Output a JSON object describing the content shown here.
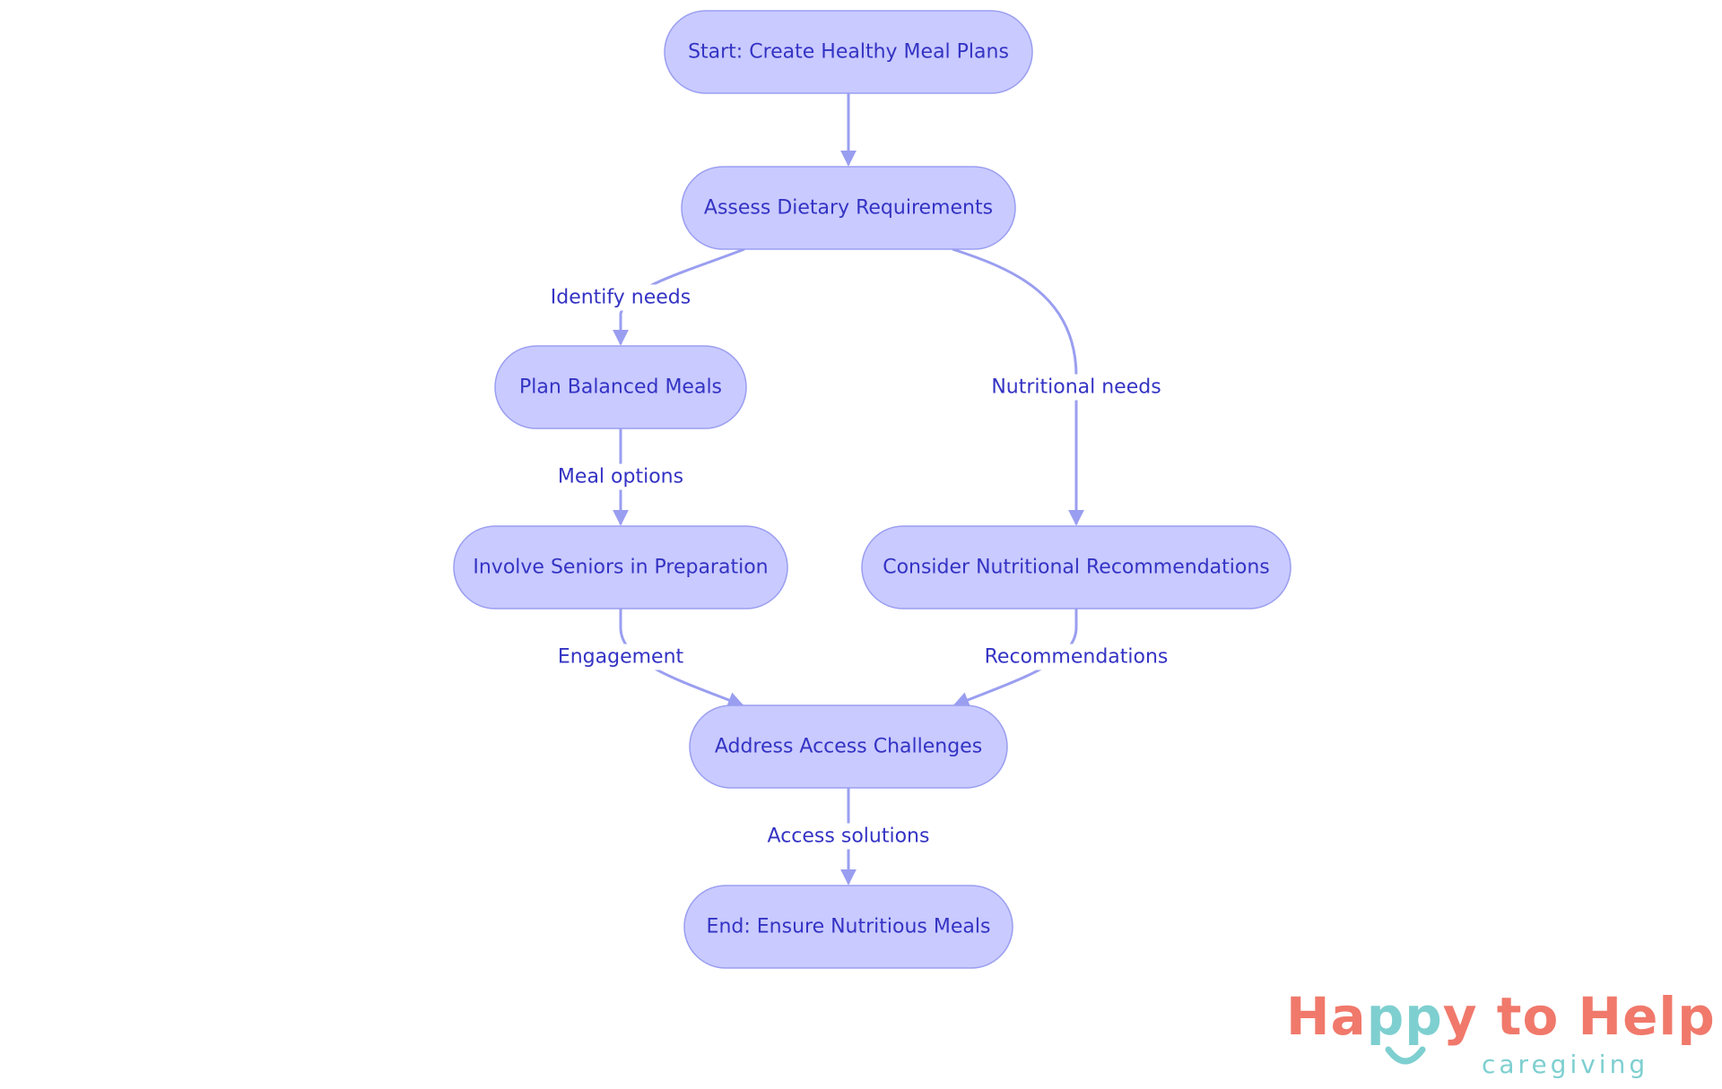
{
  "diagram": {
    "nodes": [
      {
        "id": "start",
        "label": "Start: Create Healthy Meal Plans"
      },
      {
        "id": "assess",
        "label": "Assess Dietary Requirements"
      },
      {
        "id": "plan",
        "label": "Plan Balanced Meals"
      },
      {
        "id": "involve",
        "label": "Involve Seniors in Preparation"
      },
      {
        "id": "consider",
        "label": "Consider Nutritional Recommendations"
      },
      {
        "id": "address",
        "label": "Address Access Challenges"
      },
      {
        "id": "end",
        "label": "End: Ensure Nutritious Meals"
      }
    ],
    "edges": [
      {
        "from": "start",
        "to": "assess",
        "label": ""
      },
      {
        "from": "assess",
        "to": "plan",
        "label": "Identify needs"
      },
      {
        "from": "assess",
        "to": "consider",
        "label": "Nutritional needs"
      },
      {
        "from": "plan",
        "to": "involve",
        "label": "Meal options"
      },
      {
        "from": "involve",
        "to": "address",
        "label": "Engagement"
      },
      {
        "from": "consider",
        "to": "address",
        "label": "Recommendations"
      },
      {
        "from": "address",
        "to": "end",
        "label": "Access solutions"
      }
    ],
    "colors": {
      "node_fill": "#c9caff",
      "node_stroke": "#9a9ef0",
      "text": "#3433c4",
      "edge": "#9a9ef0"
    }
  },
  "logo": {
    "word_happy": "Happy",
    "word_to": "to",
    "word_help": "Help",
    "subtitle": "caregiving",
    "colors": {
      "coral": "#f0796b",
      "teal": "#7ecfd0"
    }
  }
}
